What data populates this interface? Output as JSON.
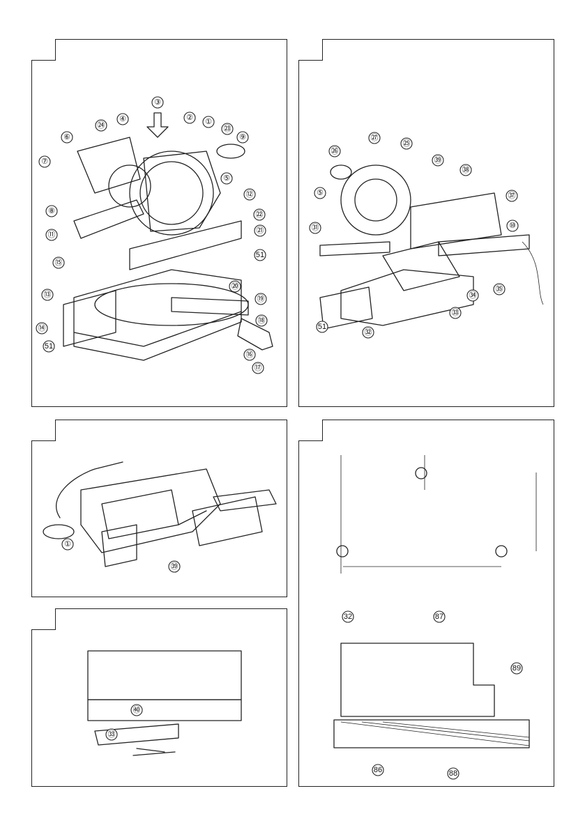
{
  "panels": [
    {
      "id": "fig1",
      "callouts": [
        "①",
        "②",
        "③",
        "④",
        "⑤",
        "⑥",
        "⑦",
        "⑧",
        "⑨",
        "⑪",
        "⑫",
        "⑬",
        "⑭",
        "⑮",
        "⑯",
        "⑰",
        "⑱",
        "⑲",
        "⑳",
        "㉑",
        "㉒",
        "㉓",
        "㉔",
        "51",
        "51"
      ]
    },
    {
      "id": "fig2",
      "callouts": [
        "㉕",
        "㉖",
        "㉗",
        "⑤",
        "㊴",
        "㊳",
        "㊲",
        "⑩",
        "㉛",
        "51",
        "㉜",
        "㉝",
        "㉞",
        "㉟"
      ]
    },
    {
      "id": "fig3",
      "callouts": [
        "①",
        "㊴"
      ]
    },
    {
      "id": "fig4",
      "callouts": [
        "㊵",
        "㉝"
      ]
    },
    {
      "id": "fig5",
      "callouts": [
        "32",
        "87",
        "89",
        "86",
        "88"
      ]
    }
  ]
}
